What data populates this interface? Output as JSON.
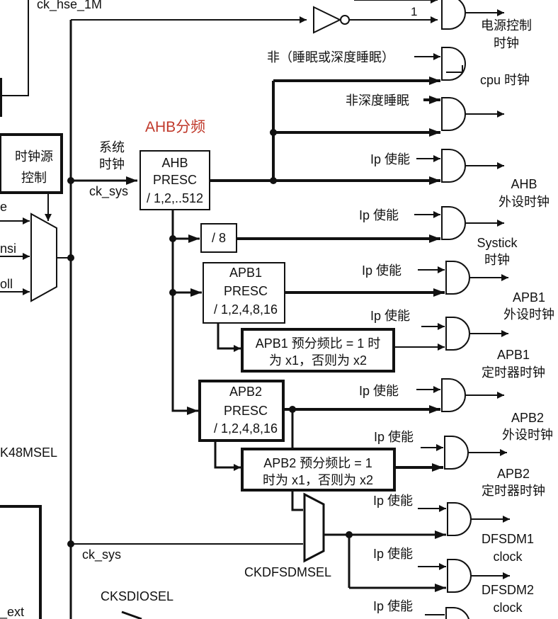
{
  "colors": {
    "line": "#111111",
    "accent": "#c0392b",
    "background": "#ffffff"
  },
  "labels": {
    "ck_hse_1m": "ck_hse_1M",
    "power_clock": [
      "电源控制",
      "时钟"
    ],
    "inverter_input_one": "1",
    "not_sleep": "非（睡眠或深度睡眠）",
    "cpu_clock": "cpu 时钟",
    "not_deep_sleep": "非深度睡眠",
    "ahb_divider": "AHB分频",
    "system_clock": [
      "系统",
      "时钟"
    ],
    "ck_sys_top": "ck_sys",
    "ip_enable": "Ip 使能",
    "ahb_periph_clock": [
      "AHB",
      "外设时钟"
    ],
    "systick_clock": [
      "Systick",
      "时钟"
    ],
    "apb1_periph_clock": [
      "APB1",
      "外设时钟"
    ],
    "apb1_timer_clock": [
      "APB1",
      "定时器时钟"
    ],
    "apb2_periph_clock": [
      "APB2",
      "外设时钟"
    ],
    "apb2_timer_clock": [
      "APB2",
      "定时器时钟"
    ],
    "dfsdm1_clock": [
      "DFSDM1",
      "clock"
    ],
    "dfsdm2_clock": [
      "DFSDM2",
      "clock"
    ],
    "ck48msel": "K48MSEL",
    "ck_sys_bottom": "ck_sys",
    "ckdfsdmsel": "CKDFSDMSEL",
    "cksdiosel": "CKSDIOSEL",
    "ext": "_ext",
    "mux_in_e": "e",
    "mux_in_hsi": "nsi",
    "mux_in_pll": "oll"
  },
  "boxes": {
    "clock_source_control": [
      "时钟源",
      "控制"
    ],
    "ahb_presc": [
      "AHB",
      "PRESC",
      "/ 1,2,..512"
    ],
    "div8": "/ 8",
    "apb1_presc": [
      "APB1",
      "PRESC",
      "/ 1,2,4,8,16"
    ],
    "apb1_ratio": [
      "APB1 预分频比 = 1 时",
      "为 x1，否则为 x2"
    ],
    "apb2_presc": [
      "APB2",
      "PRESC",
      "/ 1,2,4,8,16"
    ],
    "apb2_ratio": [
      "APB2 预分频比 = 1",
      "时为 x1，否则为 x2"
    ]
  }
}
